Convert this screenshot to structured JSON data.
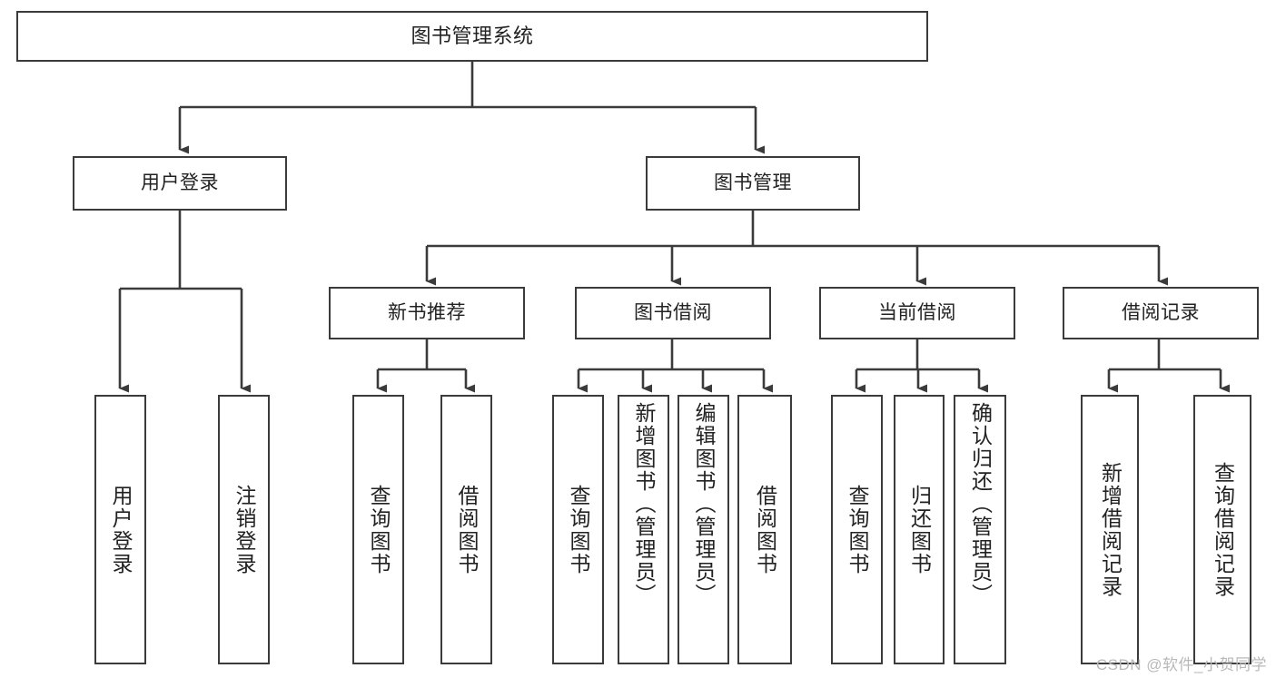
{
  "diagram": {
    "title": "图书管理系统",
    "type": "tree",
    "root": {
      "label": "图书管理系统"
    },
    "level1": [
      {
        "label": "用户登录"
      },
      {
        "label": "图书管理"
      }
    ],
    "level2": [
      {
        "label": "新书推荐"
      },
      {
        "label": "图书借阅"
      },
      {
        "label": "当前借阅"
      },
      {
        "label": "借阅记录"
      }
    ],
    "leaves": {
      "user_login": [
        {
          "label": "用户登录"
        },
        {
          "label": "注销登录"
        }
      ],
      "new_book": [
        {
          "label": "查询图书"
        },
        {
          "label": "借阅图书"
        }
      ],
      "borrow_book": [
        {
          "label": "查询图书"
        },
        {
          "label": "新增图书（管理员）"
        },
        {
          "label": "编辑图书（管理员）"
        },
        {
          "label": "借阅图书"
        }
      ],
      "current_borrow": [
        {
          "label": "查询图书"
        },
        {
          "label": "归还图书"
        },
        {
          "label": "确认归还（管理员）"
        }
      ],
      "borrow_record": [
        {
          "label": "新增借阅记录"
        },
        {
          "label": "查询借阅记录"
        }
      ]
    }
  },
  "watermark": {
    "text": "CSDN @软件_小贺同学"
  },
  "colors": {
    "border": "#3b3b3b",
    "text": "#222222",
    "background": "#ffffff",
    "watermark": "#b9b9b9"
  }
}
